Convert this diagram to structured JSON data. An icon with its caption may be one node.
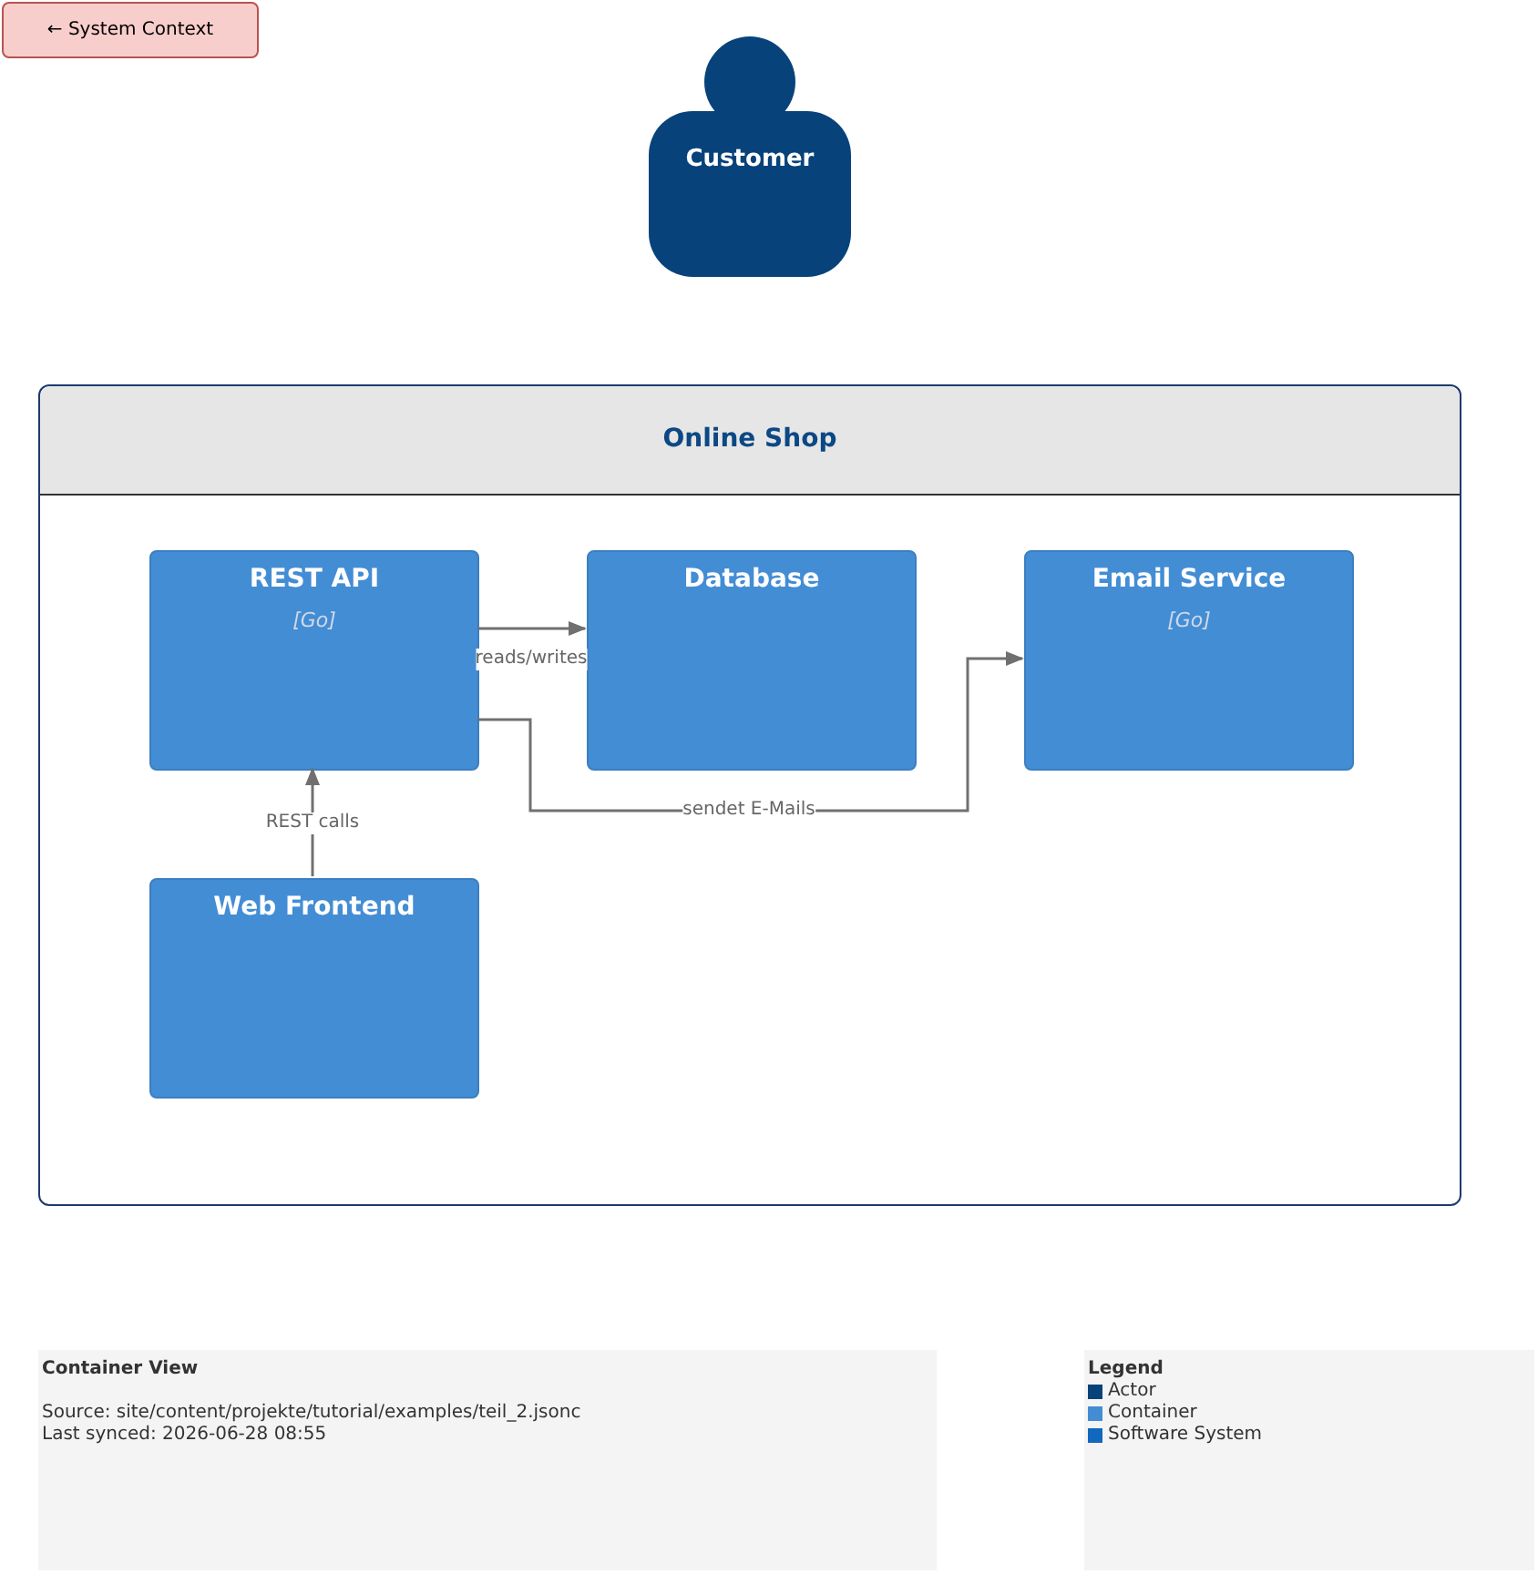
{
  "diagram": {
    "nodes": [
      {
        "text": [
          "← System Context"
        ]
      },
      {
        "text": [
          "Customer"
        ]
      },
      {
        "text": [
          "Online Shop"
        ]
      },
      {
        "text": [
          "REST API",
          "[Go]"
        ],
        "in": 2
      },
      {
        "text": [
          "Database"
        ],
        "in": 2
      },
      {
        "text": [
          "Email Service",
          "[Go]"
        ],
        "in": 2
      },
      {
        "text": [
          "Web Frontend"
        ],
        "in": 2
      },
      {
        "text": [
          "Container View",
          "Source: site/content/projekte/tutorial/examples/teil_2.jsonc",
          "Last synced: 2026-06-28 08:55"
        ]
      }
    ],
    "edges": [
      {
        "from": 3,
        "to": 4,
        "arrow": "to",
        "label": "reads/writes"
      },
      {
        "from": 3,
        "to": 5,
        "arrow": "to",
        "label": "sendet E-Mails"
      },
      {
        "from": 6,
        "to": 3,
        "arrow": "to",
        "label": "REST calls"
      }
    ],
    "labels": [
      "Legend"
    ],
    "legend": [
      {
        "text": "Actor",
        "color": "#08427b"
      },
      {
        "text": "Container",
        "color": "#438dd5"
      },
      {
        "text": "Software System",
        "color": "#1168bd"
      }
    ]
  }
}
